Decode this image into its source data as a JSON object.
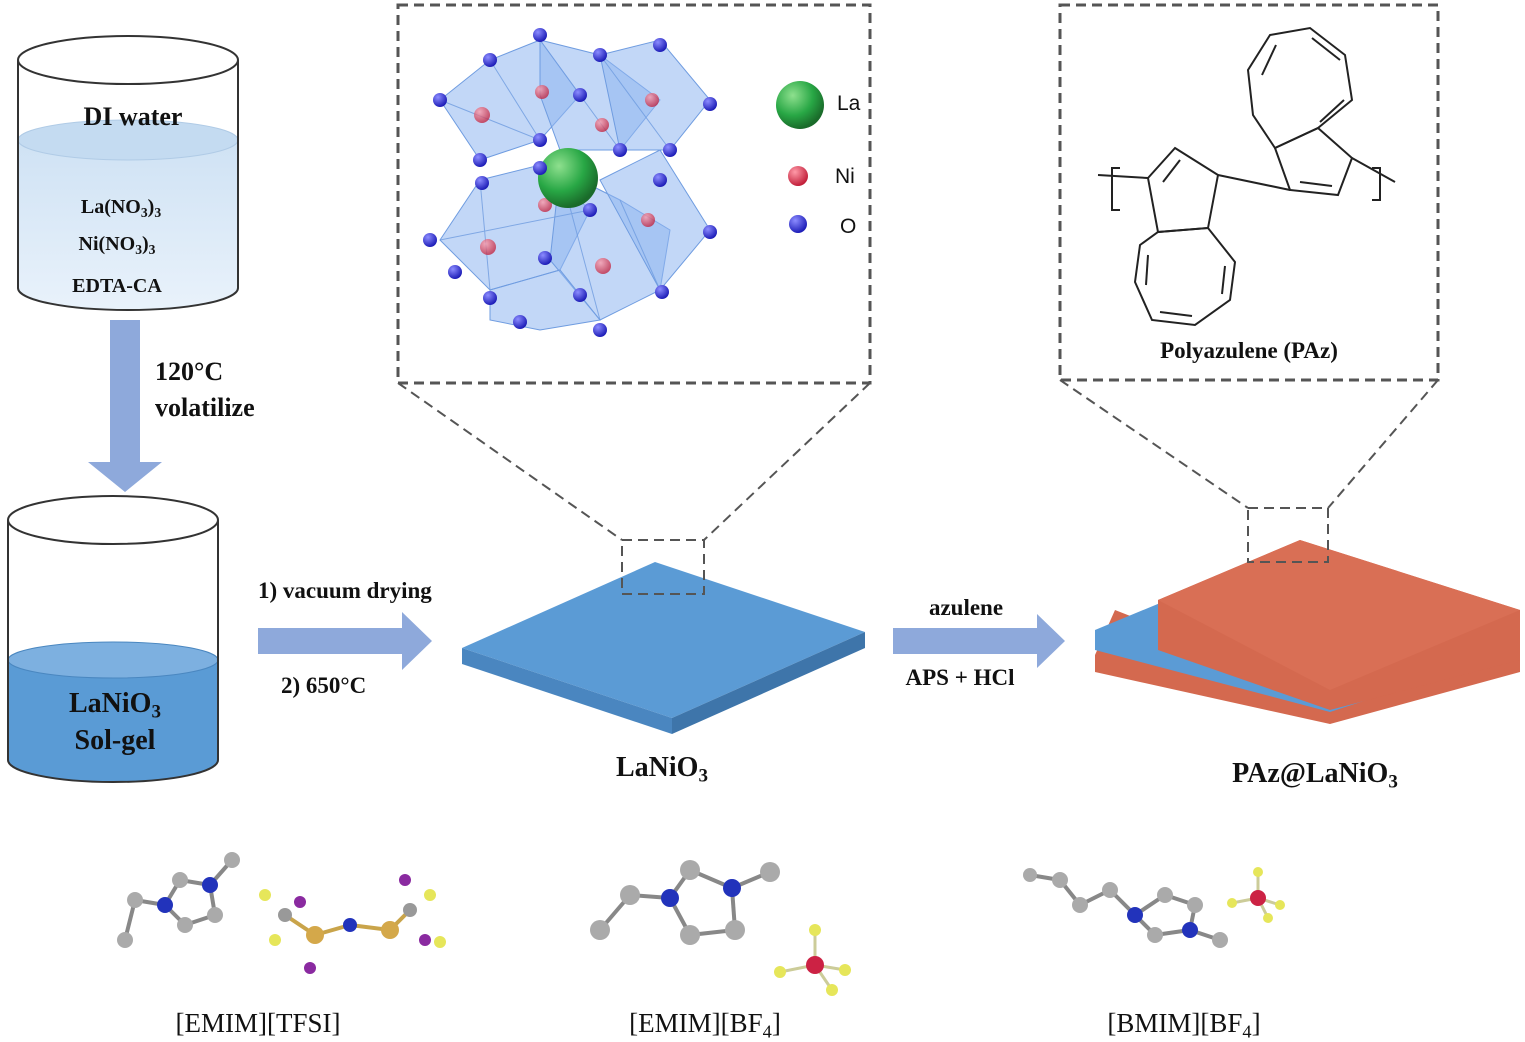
{
  "beaker1": {
    "title": "DI water",
    "reagents": [
      {
        "main": "La(NO",
        "sub": "3",
        "tail": ")",
        "sub2": "3"
      },
      {
        "main": "Ni(NO",
        "sub": "3",
        "tail": ")",
        "sub2": "3"
      },
      {
        "main": "EDTA-CA",
        "sub": "",
        "tail": "",
        "sub2": ""
      }
    ]
  },
  "step1": {
    "line1": "120°C",
    "line2": "volatilize"
  },
  "beaker2": {
    "line1_main": "LaNiO",
    "line1_sub": "3",
    "line2": "Sol-gel"
  },
  "step2": {
    "line1": "1) vacuum drying",
    "line2": "2) 650°C"
  },
  "step3": {
    "top": "azulene",
    "bottom": "APS + HCl"
  },
  "film1": {
    "label_main": "LaNiO",
    "label_sub": "3"
  },
  "film2": {
    "label_main": "PAz@LaNiO",
    "label_sub": "3"
  },
  "crystal_legend": [
    {
      "symbol": "La",
      "color": "#2aa84a"
    },
    {
      "symbol": "Ni",
      "color": "#d8334f"
    },
    {
      "symbol": "O",
      "color": "#2e2ee0"
    }
  ],
  "polymer_label": "Polyazulene (PAz)",
  "ionic_liquids": [
    {
      "cation": "[EMIM]",
      "anion_main": "[TFSI]",
      "anion_sub": ""
    },
    {
      "cation": "[EMIM]",
      "anion_main": "[BF",
      "anion_sub": "4",
      "anion_tail": "]"
    },
    {
      "cation": "[BMIM]",
      "anion_main": "[BF",
      "anion_sub": "4",
      "anion_tail": "]"
    }
  ],
  "colors": {
    "arrow": "#8ea9db",
    "water": "#d6e7f6",
    "solgel": "#5a9bd5",
    "film_blue": "#5b9bd5",
    "film_orange": "#d4694f",
    "octahedra": "#8fb7f0"
  }
}
